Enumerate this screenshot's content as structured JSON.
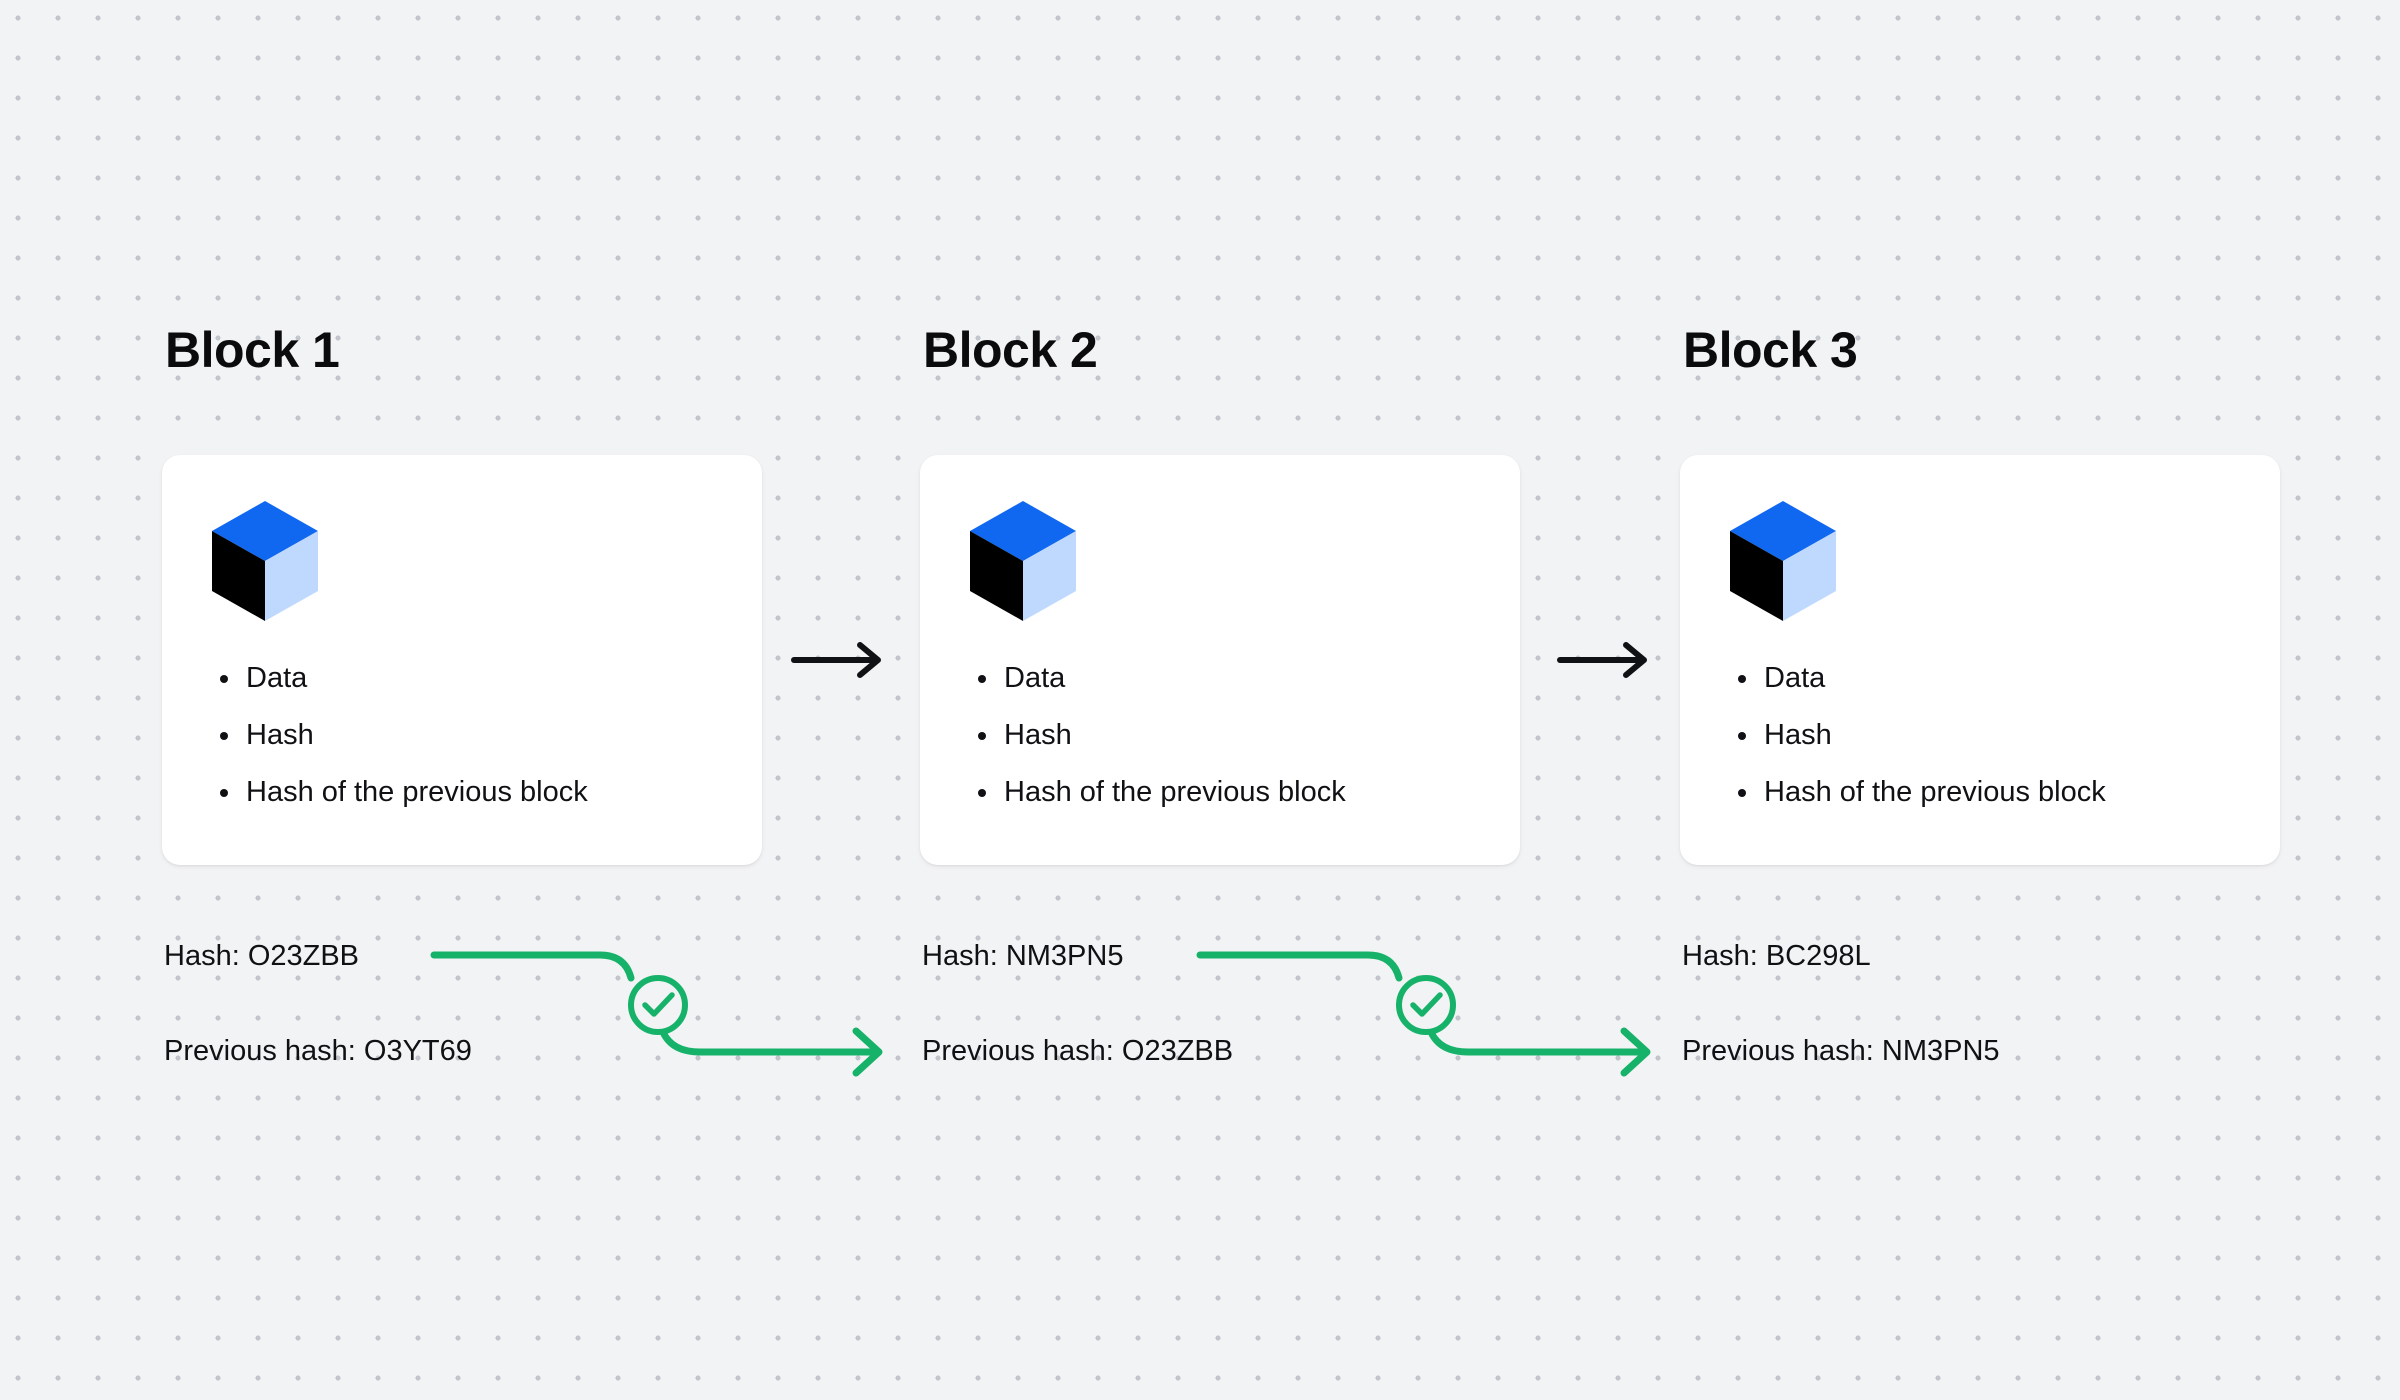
{
  "diagram": {
    "title": "Blockchain block linkage diagram",
    "background_color": "#f2f3f4",
    "dot_color": "#c3c5cd",
    "card_color": "#ffffff",
    "accent_blue": "#1068f0",
    "accent_blue_light": "#bfd9fe",
    "accent_black": "#000000",
    "link_green": "#17b26a",
    "arrow_color": "#101114"
  },
  "blocks": [
    {
      "title": "Block 1",
      "icon": "cube-icon",
      "items": [
        "Data",
        "Hash",
        "Hash of the previous block"
      ],
      "hash_label": "Hash: O23ZBB",
      "previous_hash_label": "Previous hash: O3YT69"
    },
    {
      "title": "Block 2",
      "icon": "cube-icon",
      "items": [
        "Data",
        "Hash",
        "Hash of the previous block"
      ],
      "hash_label": "Hash: NM3PN5",
      "previous_hash_label": "Previous hash: O23ZBB"
    },
    {
      "title": "Block 3",
      "icon": "cube-icon",
      "items": [
        "Data",
        "Hash",
        "Hash of the previous block"
      ],
      "hash_label": "Hash: BC298L",
      "previous_hash_label": "Previous hash: NM3PN5"
    }
  ],
  "card_arrows": [
    {
      "name": "arrow-block1-to-block2"
    },
    {
      "name": "arrow-block2-to-block3"
    }
  ],
  "hash_links": [
    {
      "name": "hash-link-block1-to-block2",
      "icon": "check-circle-icon",
      "from": "Hash: O23ZBB",
      "to": "Previous hash: O23ZBB"
    },
    {
      "name": "hash-link-block2-to-block3",
      "icon": "check-circle-icon",
      "from": "Hash: NM3PN5",
      "to": "Previous hash: NM3PN5"
    }
  ]
}
